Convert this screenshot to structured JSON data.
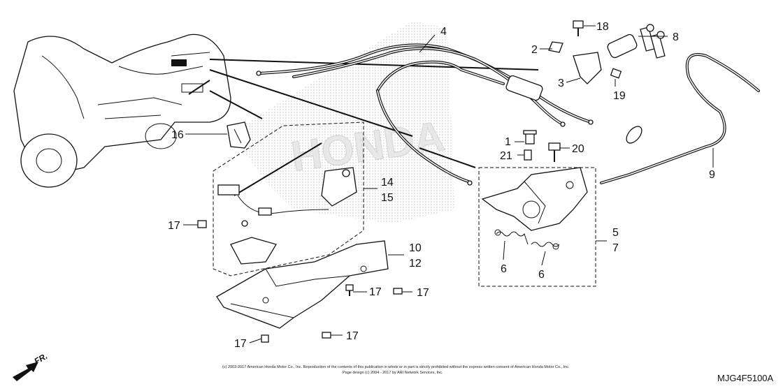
{
  "callouts": {
    "c1": "1",
    "c2": "2",
    "c3": "3",
    "c4": "4",
    "c5": "5",
    "c6a": "6",
    "c6b": "6",
    "c7": "7",
    "c8": "8",
    "c9": "9",
    "c10": "10",
    "c12": "12",
    "c14": "14",
    "c15": "15",
    "c16": "16",
    "c17a": "17",
    "c17b": "17",
    "c17c": "17",
    "c17d": "17",
    "c17e": "17",
    "c18": "18",
    "c19": "19",
    "c20": "20",
    "c21": "21"
  },
  "direction_label": "FR.",
  "diagram_code": "MJG4F5100A",
  "copyright_line1": "(c) 2003-2017 American Honda Motor Co., Inc. Reproduction of the contents of this publication in whole or in part is strictly prohibited without the express written consent of American Honda Motor Co., Inc.",
  "copyright_line2": "Page design (c) 2004 - 2017 by ARI Network Services, Inc.",
  "watermark_text": "HONDA"
}
